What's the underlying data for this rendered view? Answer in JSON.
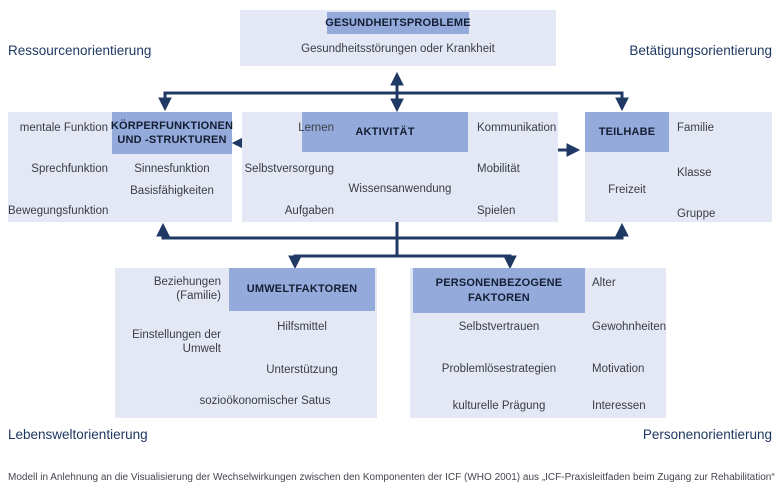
{
  "corner_labels": {
    "top_left": "Ressourcenorientierung",
    "top_right": "Betätigungsorientierung",
    "bottom_left": "Lebensweltorientierung",
    "bottom_right": "Personenorientierung"
  },
  "health": {
    "header": "GESUNDHEITSPROBLEME",
    "subtitle": "Gesundheitsstörungen oder Krankheit"
  },
  "body_functions": {
    "header_line1": "KÖRPERFUNKTIONEN",
    "header_line2": "UND -STRUKTUREN",
    "outer_items": [
      "mentale Funktion",
      "Sprechfunktion",
      "Bewegungsfunktion"
    ],
    "inner_items": [
      "Sinnesfunktion",
      "Basisfähigkeiten"
    ]
  },
  "activity": {
    "header": "AKTIVITÄT",
    "left_items": [
      "Lernen",
      "Selbstversorgung",
      "Aufgaben"
    ],
    "center_item": "Wissensanwendung",
    "right_items": [
      "Kommunikation",
      "Mobilität",
      "Spielen"
    ]
  },
  "participation": {
    "header": "TEILHABE",
    "inner_item": "Freizeit",
    "outer_items": [
      "Familie",
      "Klasse",
      "Gruppe"
    ]
  },
  "environment": {
    "header": "UMWELTFAKTOREN",
    "outer_items": [
      "Beziehungen (Familie)",
      "Einstellungen der Umwelt"
    ],
    "inner_items": [
      "Hilfsmittel",
      "Unterstützung"
    ],
    "bottom_item": "sozioökonomischer Satus"
  },
  "personal": {
    "header_line1": "PERSONENBEZOGENE",
    "header_line2": "FAKTOREN",
    "inner_items": [
      "Selbstvertrauen",
      "Problemlösestrategien",
      "kulturelle Prägung"
    ],
    "outer_items": [
      "Alter",
      "Gewohnheiten",
      "Motivation",
      "Interessen"
    ]
  },
  "caption": "Modell in Anlehnung an die Visualisierung der Wechselwirkungen zwischen den Komponenten der ICF (WHO 2001) aus „ICF-Praxisleitfaden beim Zugang zur Rehabilitation“",
  "colors": {
    "box_light": "#e4e8f5",
    "box_header": "#94aadb",
    "arrow_navy": "#1f3864"
  }
}
